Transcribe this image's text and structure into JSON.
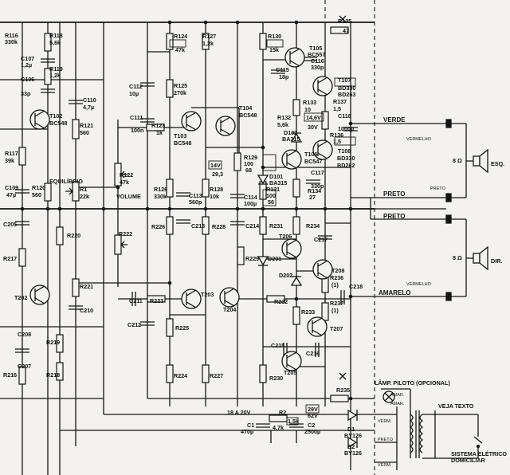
{
  "labels": {
    "r116": "R116",
    "r116v": "330k",
    "r118": "R118",
    "r118v": "5,6k",
    "c107": "C107",
    "c107v": "1,2µ",
    "r119": "R119",
    "r119v": "1,2k",
    "c106": "C106",
    "c106v": "33p",
    "c110": "C110",
    "c110v": "4,7µ",
    "t102": "T102",
    "t102v": "BC548",
    "r121": "R121",
    "r121v": "560",
    "r117": "R117",
    "r117v": "39k",
    "c109": "C109",
    "c109v": "47µ",
    "equil": "EQUILÍBRIO",
    "r120": "R120",
    "r120v": "560",
    "r1": "R1",
    "r1v": "22k",
    "r124": "R124",
    "r124v": "47k",
    "r127": "R127",
    "r127v": "1,2k",
    "r130": "R130",
    "r130v": "15k",
    "r135": "R135",
    "r135v": "47",
    "t105": "T105",
    "t105v": "BC557",
    "c116": "C116",
    "c116v": "330p",
    "c115": "C115",
    "c115v": "18p",
    "c112": "C112",
    "c112v": "10µ",
    "r125": "R125",
    "r125v": "270k",
    "t107": "T107",
    "t107v1": "BD330",
    "t107v2": "BD263",
    "t104": "T104",
    "t104v": "BC548",
    "r133": "R133",
    "r133v": "10",
    "r137": "R137",
    "r137v": "1,5",
    "c111": "C111",
    "c111v": "100n",
    "r123": "R123",
    "r123v": "1k",
    "t103": "T103",
    "t103v": "BC548",
    "r132": "R132",
    "r132v": "5,6k",
    "v146": "14,6V",
    "d102": "D102",
    "d102v": "BA315",
    "v30": "30V",
    "c118": "C118",
    "c118v": "1000µ",
    "r136": "R136",
    "r136v": "1,5",
    "t108": "T108",
    "t108v1": "BD330",
    "t108v2": "BD262",
    "verde": "VERDE",
    "vermelho1": "VERMELHO",
    "esq": "ESQ.",
    "ohm8a": "8 Ω",
    "r122": "R122",
    "r122v": "47k",
    "volume": "VOLUME",
    "r129": "R129",
    "r129v": "100",
    "r129v2": "68",
    "t106": "T106",
    "t106v": "BC547",
    "v14": "14V",
    "v293": "29,3",
    "d101": "D101",
    "d101v": "BA315",
    "c117": "C117",
    "c117v": "330p",
    "r126": "R126",
    "r126v": "330k",
    "c113": "C113",
    "c113v": "560p",
    "r128": "R128",
    "r128v": "10k",
    "c114": "C114",
    "c114v": "100µ",
    "r131": "R131",
    "r131v": "100",
    "r131v2": "56",
    "r134": "R134",
    "r134v": "27",
    "preto1": "PRETO",
    "preto2": "PRETO",
    "preto3": "PRETO",
    "c205": "C205",
    "r220": "R220",
    "r226": "R226",
    "c213": "C213",
    "r228": "R228",
    "c214": "C214",
    "r231": "R231",
    "r234": "R234",
    "t206": "T206",
    "c217": "C217",
    "r222": "R222",
    "r229": "R229",
    "d201": "D201",
    "r217": "R217",
    "ohm8b": "8 Ω",
    "dir": "DIR.",
    "t208": "T208",
    "d202": "D202",
    "r236": "R236",
    "r236v": "(1)",
    "vermelho2": "VERMELHO",
    "t202": "T202",
    "r221": "R221",
    "c211": "C211",
    "r223": "R223",
    "t203": "T203",
    "t204": "T204",
    "r232": "R232",
    "amarelo": "AMARELO",
    "c218": "C218",
    "c210": "C210",
    "r237": "R237",
    "r237v": "(1)",
    "c212": "C212",
    "r225": "R225",
    "r233": "R233",
    "t207": "T207",
    "c208": "C208",
    "r219": "R219",
    "c215": "C215",
    "c216": "C216",
    "c207": "C207",
    "t205": "T205",
    "r216": "R216",
    "r218": "R218",
    "r224": "R224",
    "r227": "R227",
    "r230": "R230",
    "lamp": "LÂMP. PILOTO (OPCIONAL)",
    "r235": "R235",
    "amar1": "AMAR.",
    "amar2": "AMAR.",
    "veja": "VEJA TEXTO",
    "v29": "29V",
    "v18": "18 A 20V",
    "v62": "62V",
    "c1": "C1",
    "c1v": "470µ",
    "r2": "R2",
    "r2v": "4,7k",
    "r2box": "1,5k",
    "c2": "C2",
    "c2v": "2500µ",
    "d1": "D1",
    "d1v": "BY126",
    "verm1": "VERM.",
    "preto4": "PRETO",
    "d2": "D2",
    "d2v": "BY126",
    "verm2": "VERM.",
    "sistema1": "SISTEMA ELÉTRICO",
    "sistema2": "DOMICILIAR"
  }
}
